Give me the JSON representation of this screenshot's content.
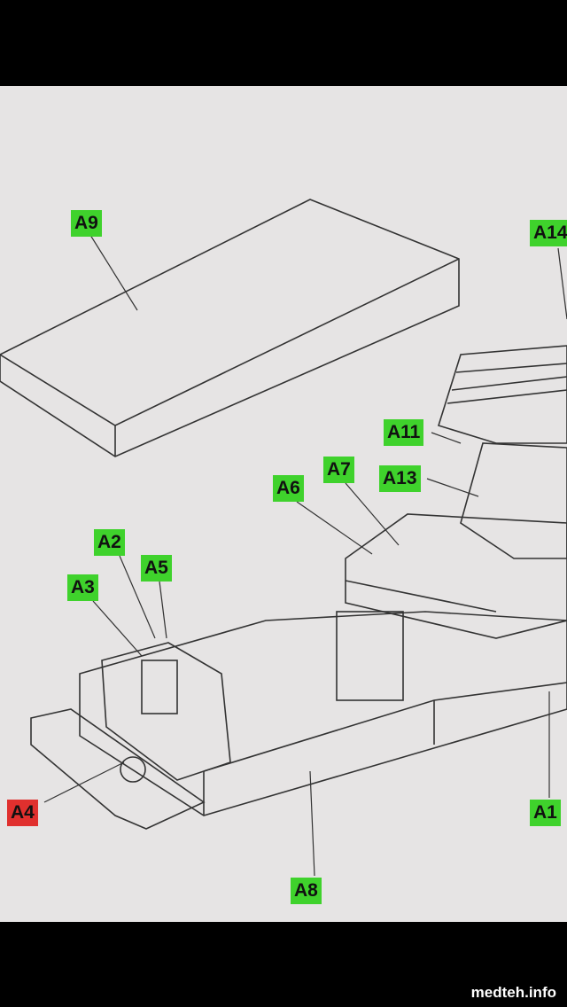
{
  "labels": {
    "a9": "A9",
    "a14": "A14",
    "a11": "A11",
    "a7": "A7",
    "a13": "A13",
    "a6": "A6",
    "a2": "A2",
    "a5": "A5",
    "a3": "A3",
    "a4": "A4",
    "a1": "A1",
    "a8": "A8"
  },
  "watermark": "medteh.info",
  "colors": {
    "label_green": "#3fd22c",
    "label_red": "#e0302e",
    "paper": "#e6e4e4"
  }
}
